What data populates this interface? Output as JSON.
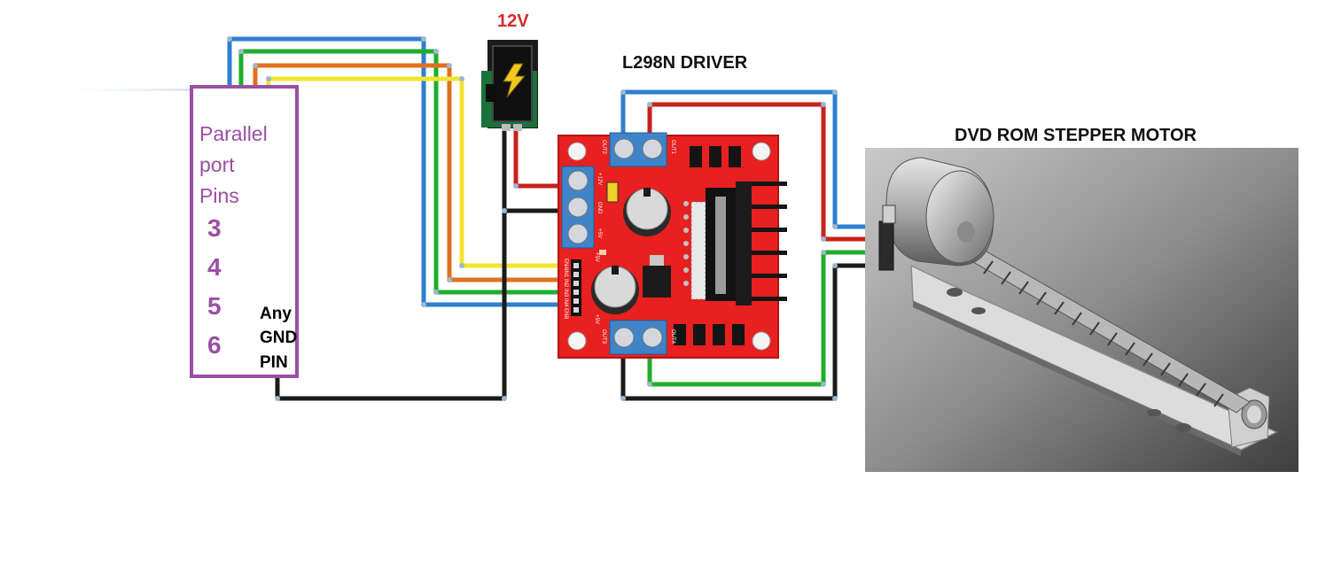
{
  "labels": {
    "power": "12V",
    "driver": "L298N DRIVER",
    "motor": "DVD ROM STEPPER MOTOR"
  },
  "parallel_port": {
    "title_lines": [
      "Parallel",
      "port",
      "Pins"
    ],
    "pins": [
      "3",
      "4",
      "5",
      "6"
    ],
    "ground_lines": [
      "Any",
      "GND",
      "PIN"
    ]
  },
  "driver_board": {
    "terminals": [
      "OUT2",
      "OUT1",
      "+12V",
      "GND",
      "+5V",
      "OUT3",
      "OUT4"
    ],
    "header_pins": [
      "ENA",
      "IN1",
      "IN2",
      "IN3",
      "IN4",
      "ENB"
    ],
    "header_end_labels": [
      "+5V",
      "+5V"
    ]
  },
  "colors": {
    "wire_blue": "#2d7fd0",
    "wire_green": "#1fae2c",
    "wire_orange": "#e07020",
    "wire_yellow": "#f2e431",
    "wire_red": "#c8201c",
    "wire_black": "#1a1a1a",
    "board_red": "#e8201f",
    "parallel_box": "#9b4fa3"
  }
}
